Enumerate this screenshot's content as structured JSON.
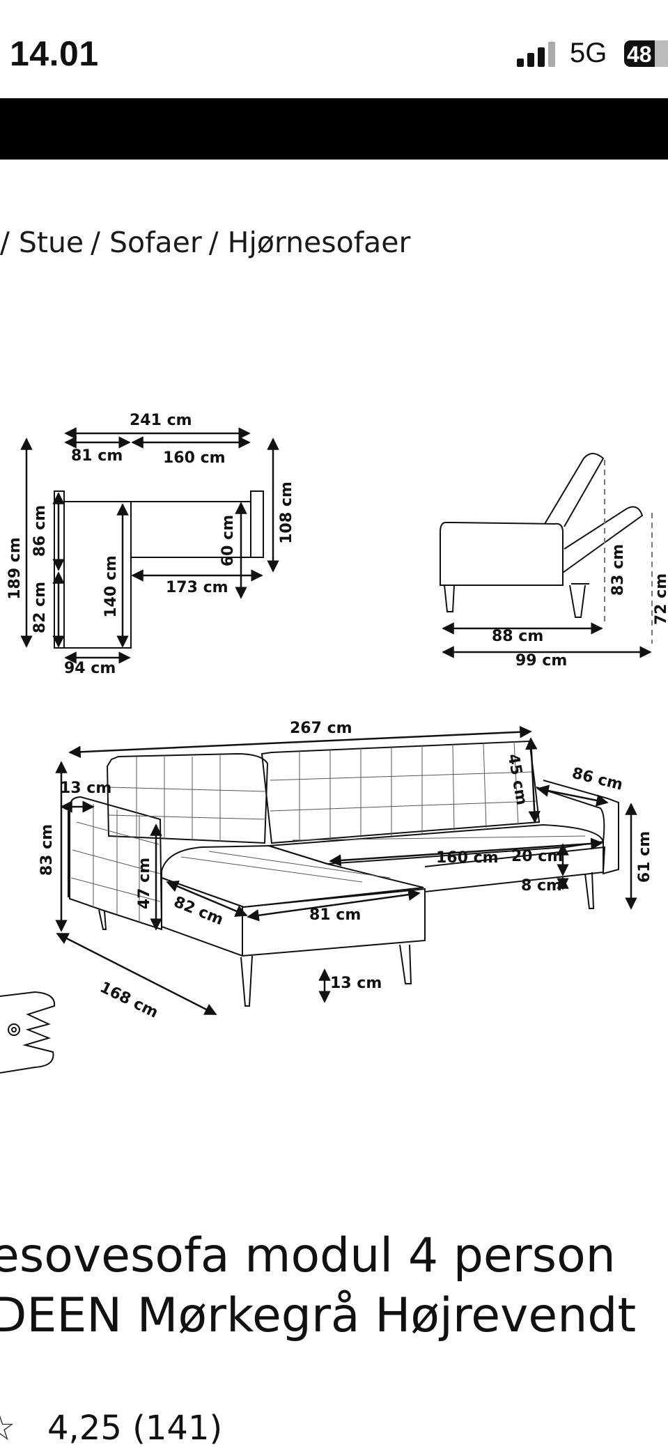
{
  "status_bar": {
    "time": "14.01",
    "network": "5G",
    "battery": "48"
  },
  "breadcrumb": [
    "/ Stue",
    "/ Sofaer",
    "/ Hjørnesofaer"
  ],
  "dimensions": {
    "top_view": {
      "total_width": "241 cm",
      "chaise_width": "81 cm",
      "seat_width": "160 cm",
      "total_depth": "189 cm",
      "back_depth": "86 cm",
      "chaise_extension": "82 cm",
      "chaise_length": "140 cm",
      "seat_depth": "60 cm",
      "right_depth": "108 cm",
      "front_width": "173 cm",
      "chaise_front": "94 cm"
    },
    "side_view": {
      "seat_depth": "88 cm",
      "reclined_depth": "99 cm",
      "height": "83 cm",
      "reclined_height": "72 cm"
    },
    "perspective_view": {
      "total_width": "267 cm",
      "arm_width": "13 cm",
      "back_height": "45 cm",
      "side_depth": "86 cm",
      "total_height": "83 cm",
      "arm_height": "47 cm",
      "chaise_depth": "82 cm",
      "chaise_width": "81 cm",
      "seat_width": "160 cm",
      "seat_thickness": "20 cm",
      "base": "8 cm",
      "seat_height": "61 cm",
      "total_length": "168 cm",
      "leg_height": "13 cm"
    }
  },
  "product": {
    "title_line1": "esovesofa modul 4 person",
    "title_line2": "DEEN Mørkegrå Højrevendt",
    "rating": "4,25 (141)"
  },
  "colors": {
    "text": "#111111",
    "header_bar": "#000000",
    "background": "#ffffff"
  }
}
